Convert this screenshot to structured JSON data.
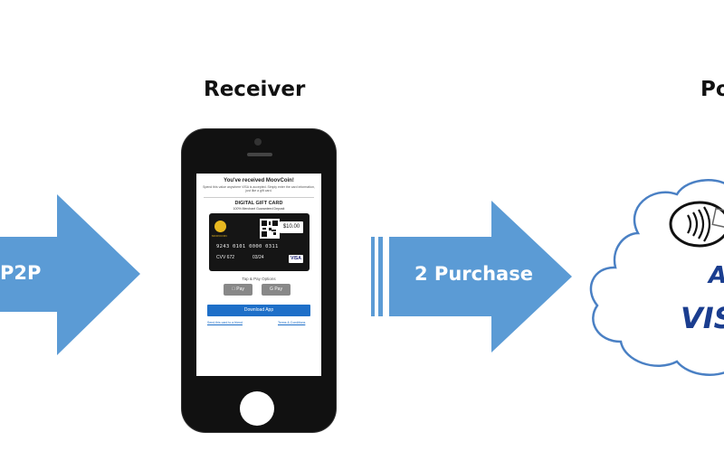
{
  "headings": {
    "receiver": "Receiver",
    "pos_partial": "Po"
  },
  "arrows": {
    "left_label": "P2P",
    "middle_label": "2 Purchase"
  },
  "phone_screen": {
    "title": "You've received MoovCoin!",
    "subtitle": "Spend this value anywhere VISA is accepted. Simply enter the card information, just like a gift card.",
    "card_heading": "DIGITAL GIFT CARD",
    "card_subheading": "100% Merchant Guaranteed Deposit",
    "coin_name": "MOOVCOIN",
    "amount": "$10.00",
    "card_number": "9243 0101 0000 0311",
    "cvv": "CVV 672",
    "expiry": "03/24",
    "card_brand": "VISA",
    "tap_title": "Tap & Pay Options",
    "apple_pay": "Pay",
    "google_pay": "Pay",
    "download_button": "Download App",
    "link_left": "Send this card to a friend",
    "link_right": "Terms & Conditions"
  },
  "cloud": {
    "brand_partial": "VIS",
    "letter_partial": "A"
  },
  "icons": {
    "contactless": "contactless-payment-icon",
    "card": "card-icon"
  },
  "colors": {
    "arrow_blue": "#5b9bd5",
    "cloud_outline": "#4a80c4",
    "visa_blue": "#1a3d8f"
  }
}
